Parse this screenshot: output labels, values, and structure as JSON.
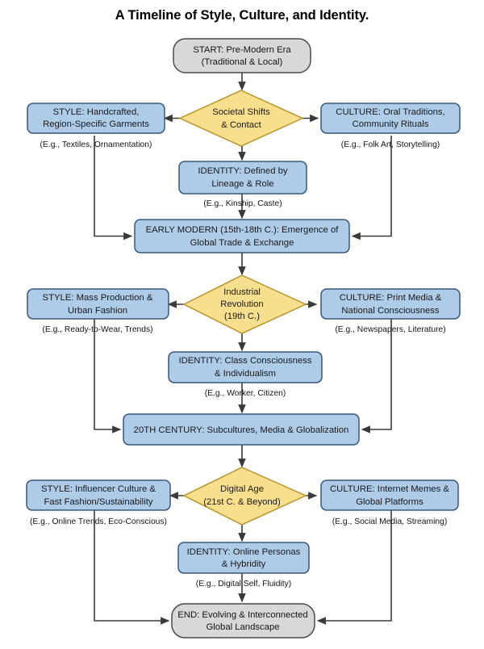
{
  "title": "A Timeline of Style, Culture, and Identity.",
  "colors": {
    "process_fill": "#aecbe8",
    "process_stroke": "#3a567a",
    "decision_fill": "#f7df8e",
    "decision_stroke": "#b8932c",
    "terminator_fill": "#d8d8d8",
    "terminator_stroke": "#4a4a4a",
    "edge": "#3a3a3a",
    "text": "#141414",
    "background": "#ffffff"
  },
  "chart_data": {
    "type": "flowchart",
    "title": "A Timeline of Style, Culture, and Identity.",
    "orientation": "top-to-bottom",
    "nodes": [
      {
        "id": "start",
        "shape": "terminator",
        "lines": [
          "START: Pre-Modern Era",
          "(Traditional & Local)"
        ],
        "caption": ""
      },
      {
        "id": "d1",
        "shape": "decision",
        "lines": [
          "Societal Shifts",
          "& Contact"
        ],
        "caption": ""
      },
      {
        "id": "s1",
        "shape": "process",
        "lines": [
          "STYLE: Handcrafted,",
          "Region-Specific Garments"
        ],
        "caption": "(E.g., Textiles, Ornamentation)"
      },
      {
        "id": "c1",
        "shape": "process",
        "lines": [
          "CULTURE: Oral Traditions,",
          "Community Rituals"
        ],
        "caption": "(E.g., Folk Art, Storytelling)"
      },
      {
        "id": "i1",
        "shape": "process",
        "lines": [
          "IDENTITY: Defined by",
          "Lineage & Role"
        ],
        "caption": "(E.g., Kinship, Caste)"
      },
      {
        "id": "era2",
        "shape": "process",
        "lines": [
          "EARLY MODERN (15th-18th C.): Emergence of",
          "Global Trade & Exchange"
        ],
        "caption": ""
      },
      {
        "id": "d2",
        "shape": "decision",
        "lines": [
          "Industrial",
          "Revolution",
          "(19th C.)"
        ],
        "caption": ""
      },
      {
        "id": "s2",
        "shape": "process",
        "lines": [
          "STYLE: Mass Production &",
          "Urban Fashion"
        ],
        "caption": "(E.g., Ready-to-Wear, Trends)"
      },
      {
        "id": "c2",
        "shape": "process",
        "lines": [
          "CULTURE: Print Media &",
          "National Consciousness"
        ],
        "caption": "(E.g., Newspapers, Literature)"
      },
      {
        "id": "i2",
        "shape": "process",
        "lines": [
          "IDENTITY: Class Consciousness",
          "& Individualism"
        ],
        "caption": "(E.g., Worker, Citizen)"
      },
      {
        "id": "era3",
        "shape": "process",
        "lines": [
          "20TH CENTURY: Subcultures, Media & Globalization"
        ],
        "caption": ""
      },
      {
        "id": "d3",
        "shape": "decision",
        "lines": [
          "Digital Age",
          "(21st C. & Beyond)"
        ],
        "caption": ""
      },
      {
        "id": "s3",
        "shape": "process",
        "lines": [
          "STYLE: Influencer Culture &",
          "Fast Fashion/Sustainability"
        ],
        "caption": "(E.g., Online Trends, Eco-Conscious)"
      },
      {
        "id": "c3",
        "shape": "process",
        "lines": [
          "CULTURE: Internet Memes &",
          "Global Platforms"
        ],
        "caption": "(E.g., Social Media, Streaming)"
      },
      {
        "id": "i3",
        "shape": "process",
        "lines": [
          "IDENTITY: Online Personas",
          "& Hybridity"
        ],
        "caption": "(E.g., Digital Self, Fluidity)"
      },
      {
        "id": "end",
        "shape": "terminator",
        "lines": [
          "END: Evolving & Interconnected",
          "Global Landscape"
        ],
        "caption": ""
      }
    ],
    "edges": [
      {
        "from": "start",
        "to": "d1",
        "direction": "down"
      },
      {
        "from": "d1",
        "to": "s1",
        "direction": "left"
      },
      {
        "from": "d1",
        "to": "c1",
        "direction": "right"
      },
      {
        "from": "d1",
        "to": "i1",
        "direction": "down"
      },
      {
        "from": "i1",
        "to": "era2",
        "direction": "down"
      },
      {
        "from": "s1",
        "to": "era2",
        "direction": "down-right"
      },
      {
        "from": "c1",
        "to": "era2",
        "direction": "down-left"
      },
      {
        "from": "era2",
        "to": "d2",
        "direction": "down"
      },
      {
        "from": "d2",
        "to": "s2",
        "direction": "left"
      },
      {
        "from": "d2",
        "to": "c2",
        "direction": "right"
      },
      {
        "from": "d2",
        "to": "i2",
        "direction": "down"
      },
      {
        "from": "i2",
        "to": "era3",
        "direction": "down"
      },
      {
        "from": "s2",
        "to": "era3",
        "direction": "down-right"
      },
      {
        "from": "c2",
        "to": "era3",
        "direction": "down-left"
      },
      {
        "from": "era3",
        "to": "d3",
        "direction": "down"
      },
      {
        "from": "d3",
        "to": "s3",
        "direction": "left"
      },
      {
        "from": "d3",
        "to": "c3",
        "direction": "right"
      },
      {
        "from": "d3",
        "to": "i3",
        "direction": "down"
      },
      {
        "from": "i3",
        "to": "end",
        "direction": "down"
      },
      {
        "from": "s3",
        "to": "end",
        "direction": "down-right"
      },
      {
        "from": "c3",
        "to": "end",
        "direction": "down-left"
      }
    ]
  },
  "nodes": {
    "start": {
      "l0": "START: Pre-Modern Era",
      "l1": "(Traditional & Local)"
    },
    "d1": {
      "l0": "Societal Shifts",
      "l1": "& Contact"
    },
    "s1": {
      "l0": "STYLE: Handcrafted,",
      "l1": "Region-Specific Garments",
      "cap": "(E.g., Textiles, Ornamentation)"
    },
    "c1": {
      "l0": "CULTURE: Oral Traditions,",
      "l1": "Community Rituals",
      "cap": "(E.g., Folk Art, Storytelling)"
    },
    "i1": {
      "l0": "IDENTITY: Defined by",
      "l1": "Lineage & Role",
      "cap": "(E.g., Kinship, Caste)"
    },
    "era2": {
      "l0": "EARLY MODERN (15th-18th C.): Emergence of",
      "l1": "Global Trade & Exchange"
    },
    "d2": {
      "l0": "Industrial",
      "l1": "Revolution",
      "l2": "(19th C.)"
    },
    "s2": {
      "l0": "STYLE: Mass Production &",
      "l1": "Urban Fashion",
      "cap": "(E.g., Ready-to-Wear, Trends)"
    },
    "c2": {
      "l0": "CULTURE: Print Media &",
      "l1": "National Consciousness",
      "cap": "(E.g., Newspapers, Literature)"
    },
    "i2": {
      "l0": "IDENTITY: Class Consciousness",
      "l1": "& Individualism",
      "cap": "(E.g., Worker, Citizen)"
    },
    "era3": {
      "l0": "20TH CENTURY: Subcultures, Media & Globalization"
    },
    "d3": {
      "l0": "Digital Age",
      "l1": "(21st C. & Beyond)"
    },
    "s3": {
      "l0": "STYLE: Influencer Culture &",
      "l1": "Fast Fashion/Sustainability",
      "cap": "(E.g., Online Trends, Eco-Conscious)"
    },
    "c3": {
      "l0": "CULTURE: Internet Memes &",
      "l1": "Global Platforms",
      "cap": "(E.g., Social Media, Streaming)"
    },
    "i3": {
      "l0": "IDENTITY: Online Personas",
      "l1": "& Hybridity",
      "cap": "(E.g., Digital Self, Fluidity)"
    },
    "end": {
      "l0": "END: Evolving & Interconnected",
      "l1": "Global Landscape"
    }
  }
}
